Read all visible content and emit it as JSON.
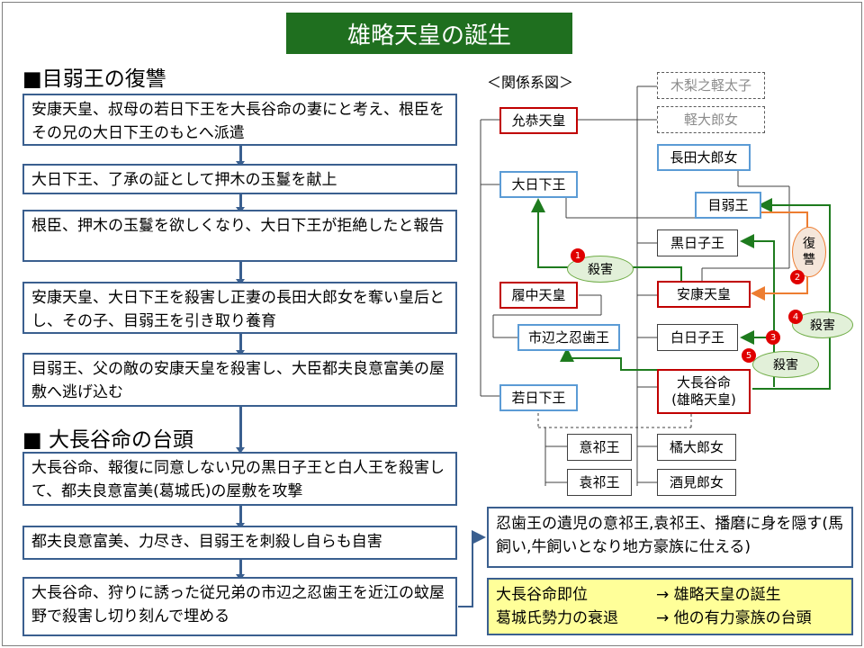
{
  "title": "雄略天皇の誕生",
  "sections": [
    {
      "heading": "■目弱王の復讐",
      "steps": [
        "安康天皇、叔母の若日下王を大長谷命の妻にと考え、根臣をその兄の大日下王のもとへ派遣",
        "大日下王、了承の証として押木の玉鬘を献上",
        "根臣、押木の玉鬘を欲しくなり、大日下王が拒絶したと報告",
        "安康天皇、大日下王を殺害し正妻の長田大郎女を奪い皇后とし、その子、目弱王を引き取り養育",
        "目弱王、父の敵の安康天皇を殺害し、大臣都夫良意富美の屋敷へ逃げ込む"
      ]
    },
    {
      "heading": "■ 大長谷命の台頭",
      "steps": [
        "大長谷命、報復に同意しない兄の黒日子王と白人王を殺害して、都夫良意富美(葛城氏)の屋敷を攻撃",
        "都夫良意富美、力尽き、目弱王を刺殺し自らも自害",
        "大長谷命、狩りに誘った従兄弟の市辺之忍歯王を近江の蚊屋野で殺害し切り刻んで埋める"
      ]
    }
  ],
  "diagram": {
    "caption": "＜関係系図＞",
    "nodes": {
      "ingyo": "允恭天皇",
      "kusakabe": "大日下王",
      "richu": "履中天皇",
      "ichinobe": "市辺之忍歯王",
      "wakakusakabe": "若日下王",
      "kinashi": "木梨之軽太子",
      "karu": "軽大郎女",
      "nagata": "長田大郎女",
      "mayowa": "目弱王",
      "kurohiko": "黒日子王",
      "anko": "安康天皇",
      "shirohiko": "白日子王",
      "ohatsuse": "大長谷命\n(雄略天皇)",
      "oke": "意祁王",
      "tachibana": "橘大郎女",
      "woke": "袁祁王",
      "sakami": "酒見郎女"
    },
    "events": {
      "kill1": "殺害",
      "revenge": "復\n讐",
      "kill4": "殺害",
      "kill5": "殺害"
    },
    "badges": [
      "1",
      "2",
      "3",
      "4",
      "5"
    ],
    "colors": {
      "kill": "#1e7b1e",
      "revenge": "#ed7d31",
      "badge": "#e00000",
      "title_bg": "#1f6f1f"
    }
  },
  "note": "忍歯王の遺児の意祁王,袁祁王、播磨に身を隠す(馬飼い,牛飼いとなり地方豪族に仕える)",
  "summary": [
    {
      "left": "大長谷命即位",
      "right": "→ 雄略天皇の誕生"
    },
    {
      "left": "葛城氏勢力の衰退",
      "right": "→ 他の有力豪族の台頭"
    }
  ]
}
